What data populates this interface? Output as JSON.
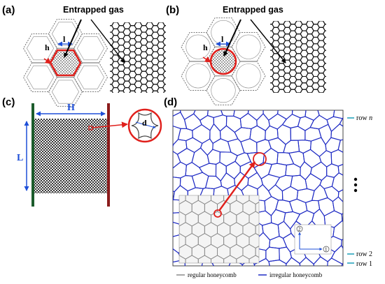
{
  "panels": {
    "a": "(a)",
    "b": "(b)",
    "c": "(c)",
    "d": "(d)"
  },
  "annotations": {
    "entrapped_gas_a": "Entrapped gas",
    "entrapped_gas_b": "Entrapped gas",
    "dim_l_a": "l",
    "dim_h_a": "h",
    "dim_l_b": "l",
    "dim_h_b": "h",
    "dim_H": "H",
    "dim_L": "L",
    "dim_d": "d"
  },
  "rows": {
    "row_n_prefix": "row ",
    "row_n_var": "n",
    "row_2": "row 2",
    "row_1": "row 1"
  },
  "axes": {
    "axis_1": "1",
    "axis_2": "2"
  },
  "legend": {
    "regular": "regular honeycomb",
    "irregular": "irregular honeycomb"
  },
  "colors": {
    "cell_outline": "#1f2bc4",
    "red": "#e0201c",
    "dim_blue": "#1e4fd8",
    "left_bar": "#1c5c2c",
    "right_bar": "#8b1c1c",
    "teal": "#1a9fb8",
    "gray": "#8a8a8a"
  }
}
